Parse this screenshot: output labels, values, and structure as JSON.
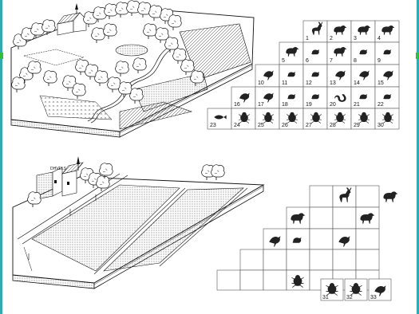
{
  "figure": {
    "top_panel": {
      "grid_rows": [
        [
          1,
          2,
          3,
          4
        ],
        [
          5,
          6,
          7,
          8,
          9
        ],
        [
          10,
          11,
          12,
          13,
          14,
          15
        ],
        [
          16,
          17,
          18,
          19,
          20,
          21,
          22
        ],
        [
          23,
          24,
          25,
          26,
          27,
          28,
          29,
          30
        ]
      ],
      "row_icons": [
        [
          "deer-icon",
          "badger-icon",
          "fox-icon",
          "otter-icon"
        ],
        [
          "hare-icon",
          "squirrel-icon",
          "weasel-icon",
          "rabbit-icon",
          "hedgehog-icon"
        ],
        [
          "partridge-icon",
          "mouse-icon",
          "shrew-icon",
          "hawk-icon",
          "owl-icon",
          "blackbird-icon"
        ],
        [
          "woodpecker-icon",
          "duck-icon",
          "frog-icon",
          "toad-icon",
          "snake-icon",
          "lizard-icon",
          "newt-icon"
        ],
        [
          "fish-icon",
          "dragonfly-icon",
          "grasshopper-icon",
          "spider-icon",
          "beetle-icon",
          "butterfly-icon",
          "bee-icon",
          "bug-icon"
        ]
      ]
    },
    "bottom_panel": {
      "filled_cells": [
        {
          "row": 0,
          "col": 1,
          "icon": "deer-icon"
        },
        {
          "row": 0,
          "col": 3,
          "icon": "fox-icon"
        },
        {
          "row": 1,
          "col": 0,
          "icon": "weasel-icon"
        },
        {
          "row": 1,
          "col": 3,
          "icon": "stoat-icon"
        },
        {
          "row": 2,
          "col": 0,
          "icon": "partridge-icon"
        },
        {
          "row": 2,
          "col": 1,
          "icon": "mouse-icon"
        },
        {
          "row": 2,
          "col": 3,
          "icon": "hawk-icon"
        },
        {
          "row": 4,
          "col": 3,
          "icon": "spider-icon"
        }
      ],
      "beetles": [
        {
          "label": 31,
          "icon": "beetle-icon"
        },
        {
          "label": 32,
          "icon": "carabid-icon"
        },
        {
          "label": 33,
          "icon": "ladybird-icon"
        }
      ],
      "farm_sign": "DHVELS"
    }
  },
  "colors": {
    "frame": "#33aab0",
    "ink": "#111111",
    "marker": "#2fbf3a"
  }
}
